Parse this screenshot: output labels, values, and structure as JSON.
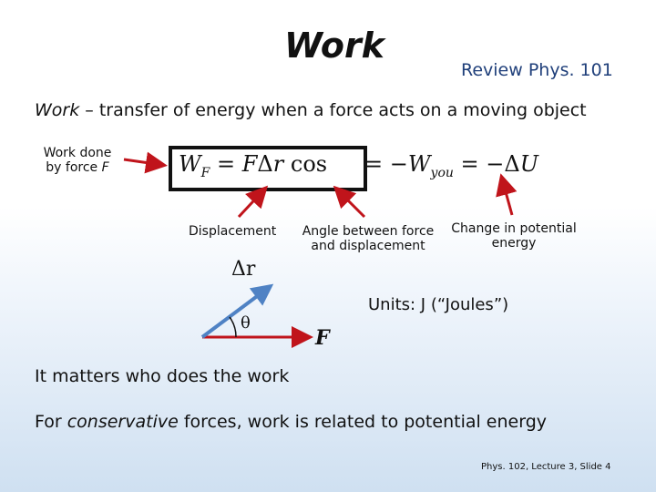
{
  "header": {
    "title": "Work",
    "subtitle": "Review Phys. 101"
  },
  "definition": {
    "term": "Work",
    "text": " – transfer of energy when a force acts on a moving object"
  },
  "labels": {
    "work_done_line1": "Work done",
    "work_done_line2_prefix": "by force ",
    "work_done_force": "F",
    "displacement": "Displacement",
    "angle_line1": "Angle between force",
    "angle_line2": "and displacement",
    "change_line1": "Change in potential",
    "change_line2": "energy"
  },
  "formula": {
    "W": "W",
    "W_sub": "F",
    "eq": " = ",
    "F": "F",
    "delta": "Δ",
    "r": "r",
    "cos": " cos",
    "rhs_eq1": "= −",
    "rhs_W": "W",
    "rhs_W_sub": "you",
    "rhs_eq2": " = −Δ",
    "rhs_U": "U"
  },
  "diagram": {
    "delta_r_label": "Δr",
    "theta": "θ",
    "force_label": "F"
  },
  "units": "Units: J (“Joules”)",
  "statements": {
    "matters": "It matters who does the work",
    "conservative_prefix": "For ",
    "conservative_term": "conservative",
    "conservative_suffix": " forces, work is related to potential energy"
  },
  "footer": "Phys. 102, Lecture 3, Slide 4",
  "colors": {
    "arrow_red": "#c0141b",
    "arrow_blue": "#4f82c4",
    "subtitle_blue": "#1f3f7a"
  }
}
